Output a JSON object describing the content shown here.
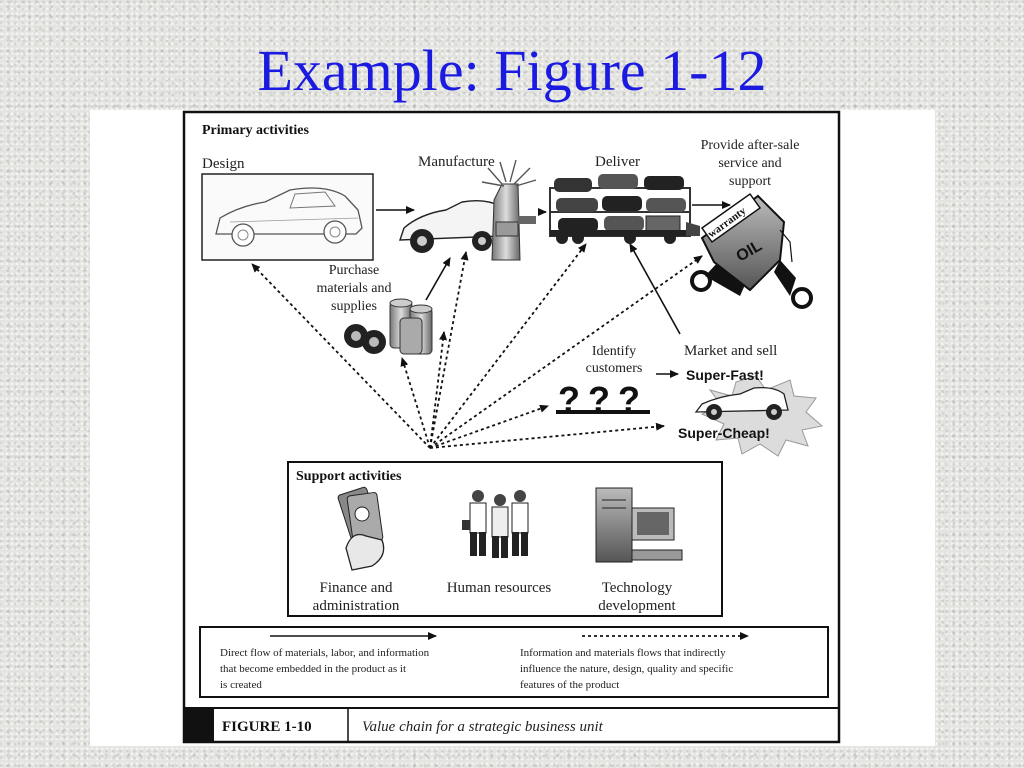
{
  "slide": {
    "title": "Example: Figure 1-12"
  },
  "figure": {
    "primary_heading": "Primary activities",
    "nodes": {
      "design": "Design",
      "manufacture": "Manufacture",
      "deliver": "Deliver",
      "after_sale": [
        "Provide after-sale",
        "service and",
        "support"
      ],
      "purchase": [
        "Purchase",
        "materials and",
        "supplies"
      ],
      "identify": [
        "Identify",
        "customers"
      ],
      "market": "Market and sell",
      "super_fast": "Super-Fast!",
      "super_cheap": "Super-Cheap!",
      "warranty": "warranty",
      "oil": "OIL",
      "question_marks": [
        "?",
        "?",
        "?"
      ]
    },
    "support_heading": "Support activities",
    "support": {
      "finance": [
        "Finance and",
        "administration"
      ],
      "hr": "Human resources",
      "tech": [
        "Technology",
        "development"
      ]
    },
    "legend": {
      "direct": [
        "Direct flow of materials,  labor, and information",
        "that become embedded in the  product as it",
        "is created"
      ],
      "indirect": [
        "Information and materials flows that indirectly",
        "influence the nature,  design, quality and specific",
        "features of the product"
      ]
    },
    "caption": {
      "label": "FIGURE 1-10",
      "text": "Value chain for a strategic business unit"
    }
  }
}
